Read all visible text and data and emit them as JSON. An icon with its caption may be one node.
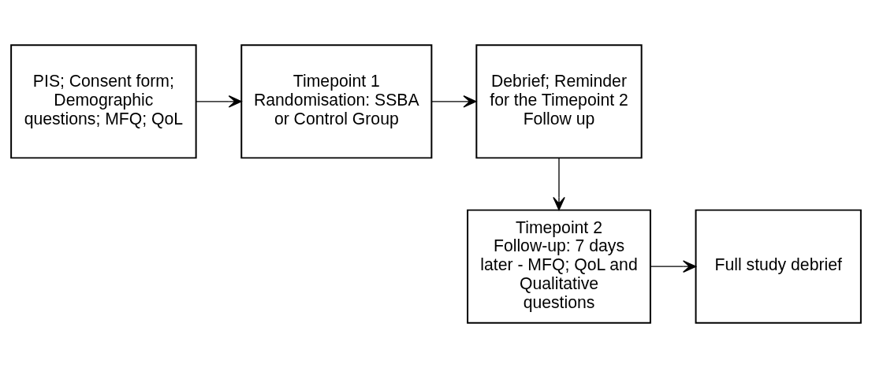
{
  "diagram": {
    "nodes": [
      {
        "text": [
          "PIS; Consent form; Demographic questions; MFQ; QoL"
        ]
      },
      {
        "text": [
          "Timepoint 1 Randomisation: SSBA or Control Group"
        ]
      },
      {
        "text": [
          "Debrief; Reminder for the Timepoint 2 Follow up"
        ]
      },
      {
        "text": [
          "Timepoint 2 Follow-up: 7 days later - MFQ; QoL and Qualitative questions"
        ]
      },
      {
        "text": [
          "Full study debrief"
        ]
      }
    ],
    "edges": [
      {
        "from": 0,
        "to": 1,
        "arrow": "to"
      },
      {
        "from": 1,
        "to": 2,
        "arrow": "to"
      },
      {
        "from": 2,
        "to": 3,
        "arrow": "to"
      },
      {
        "from": 3,
        "to": 4,
        "arrow": "to"
      }
    ]
  }
}
